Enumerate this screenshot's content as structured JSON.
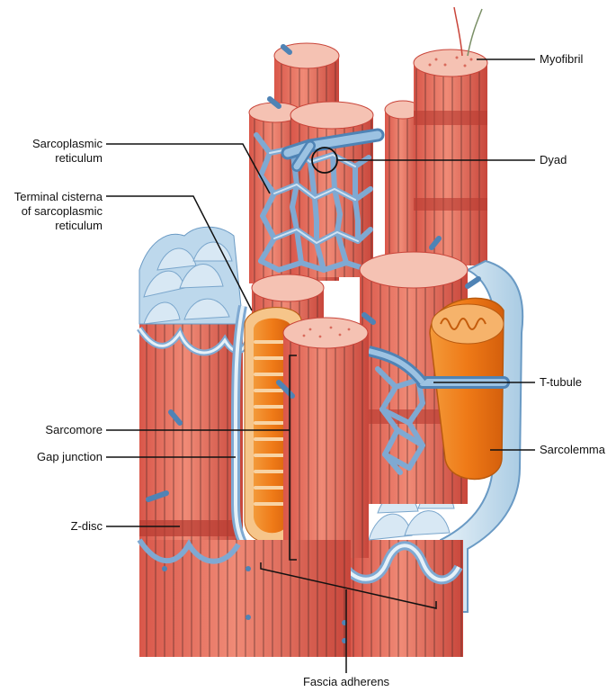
{
  "labels": {
    "myofibril": "Myofibril",
    "dyad": "Dyad",
    "sarcoplasmic_reticulum": "Sarcoplasmic\nreticulum",
    "terminal_cisterna": "Terminal cisterna\nof sarcoplasmic\nreticulum",
    "t_tubule": "T-tubule",
    "sarcolemma": "Sarcolemma",
    "sarcomere": "Sarcomore",
    "gap_junction": "Gap junction",
    "z_disc": "Z-disc",
    "fascia_adherens": "Fascia adherens"
  },
  "colors": {
    "muscle": "#e8705e",
    "muscle_dark": "#c9453a",
    "muscle_top": "#f2b3a2",
    "reticulum": "#8fb8dc",
    "reticulum_dark": "#4f83b5",
    "membrane": "#cfe3f1",
    "mitochondrion": "#ee7a1c",
    "mitochondrion_light": "#f6b36b",
    "line": "#111111"
  }
}
